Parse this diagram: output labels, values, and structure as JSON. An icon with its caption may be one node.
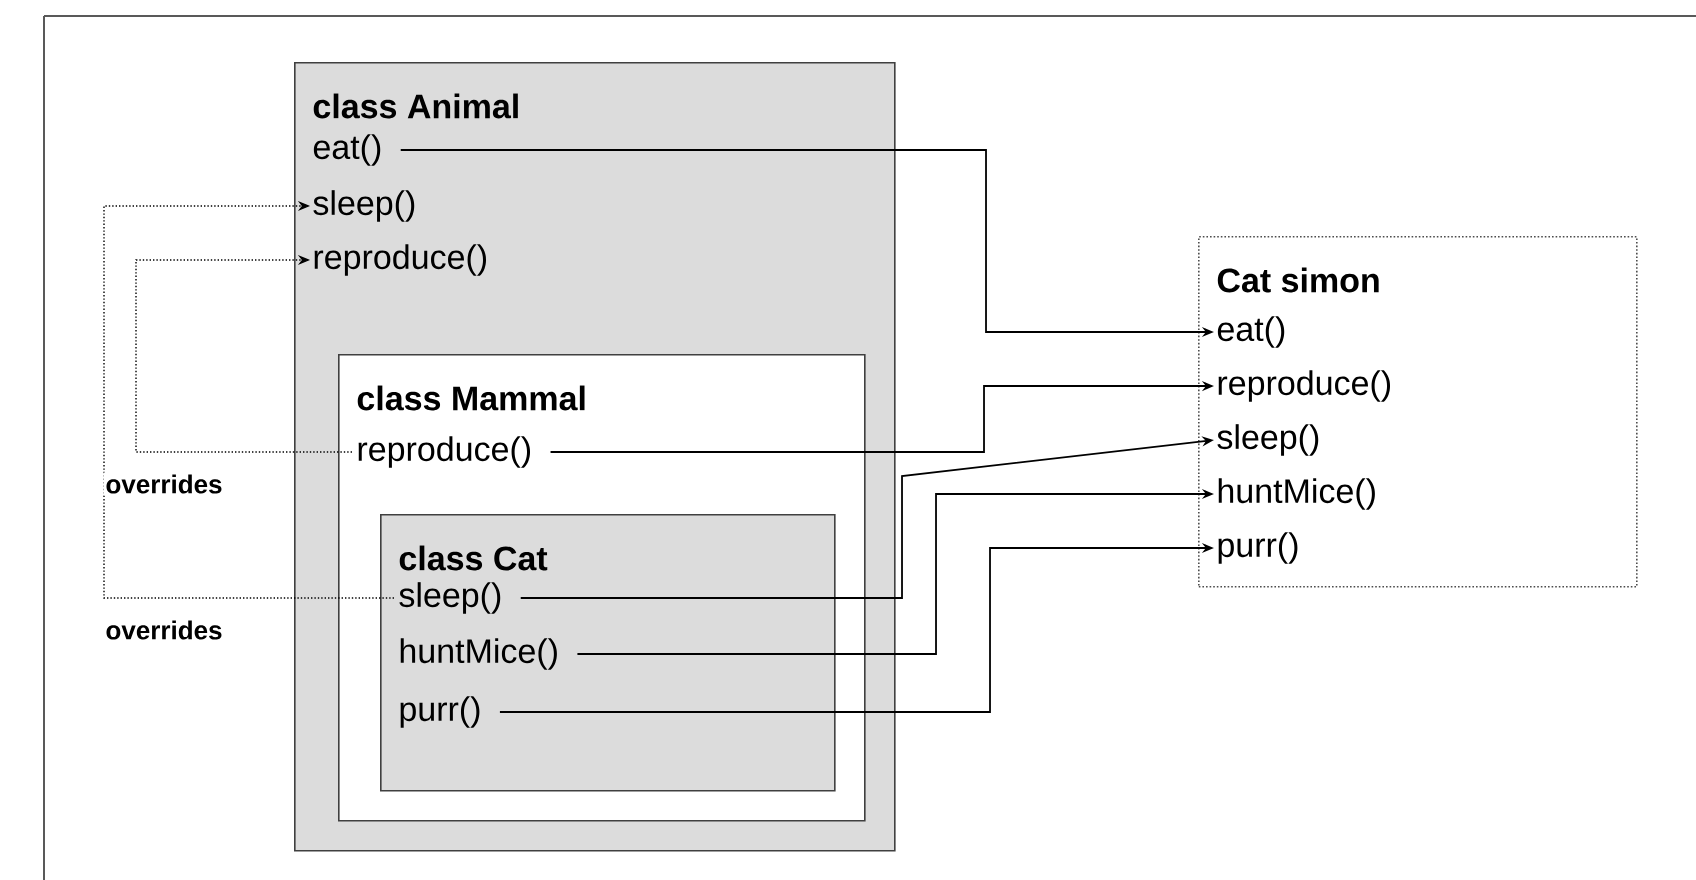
{
  "diagram": {
    "nodes": [
      {
        "text": [
          "class Animal"
        ]
      },
      {
        "text": [
          "eat()"
        ],
        "in": 0
      },
      {
        "text": [
          "sleep()"
        ],
        "in": 0
      },
      {
        "text": [
          "reproduce()"
        ],
        "in": 0
      },
      {
        "text": [
          "class Mammal"
        ],
        "in": 0
      },
      {
        "text": [
          "reproduce()"
        ],
        "in": 4
      },
      {
        "text": [
          "class Cat"
        ],
        "in": 4
      },
      {
        "text": [
          "sleep()"
        ],
        "in": 6
      },
      {
        "text": [
          "huntMice()"
        ],
        "in": 6
      },
      {
        "text": [
          "purr()"
        ],
        "in": 6
      },
      {
        "text": [
          "Cat simon"
        ]
      },
      {
        "text": [
          "eat()"
        ],
        "in": 10
      },
      {
        "text": [
          "reproduce()"
        ],
        "in": 10
      },
      {
        "text": [
          "sleep()"
        ],
        "in": 10
      },
      {
        "text": [
          "huntMice()"
        ],
        "in": 10
      },
      {
        "text": [
          "purr()"
        ],
        "in": 10
      }
    ],
    "edges": [
      {
        "from": 1,
        "to": 11,
        "arrow": "to"
      },
      {
        "from": 5,
        "to": 12,
        "arrow": "to"
      },
      {
        "from": 7,
        "to": 13,
        "arrow": "to"
      },
      {
        "from": 8,
        "to": 14,
        "arrow": "to"
      },
      {
        "from": 9,
        "to": 15,
        "arrow": "to"
      },
      {
        "from": 5,
        "to": 3,
        "arrow": "to",
        "style": "dashed",
        "label": "overrides"
      },
      {
        "from": 7,
        "to": 2,
        "arrow": "to",
        "style": "dashed",
        "label": "overrides"
      }
    ]
  }
}
